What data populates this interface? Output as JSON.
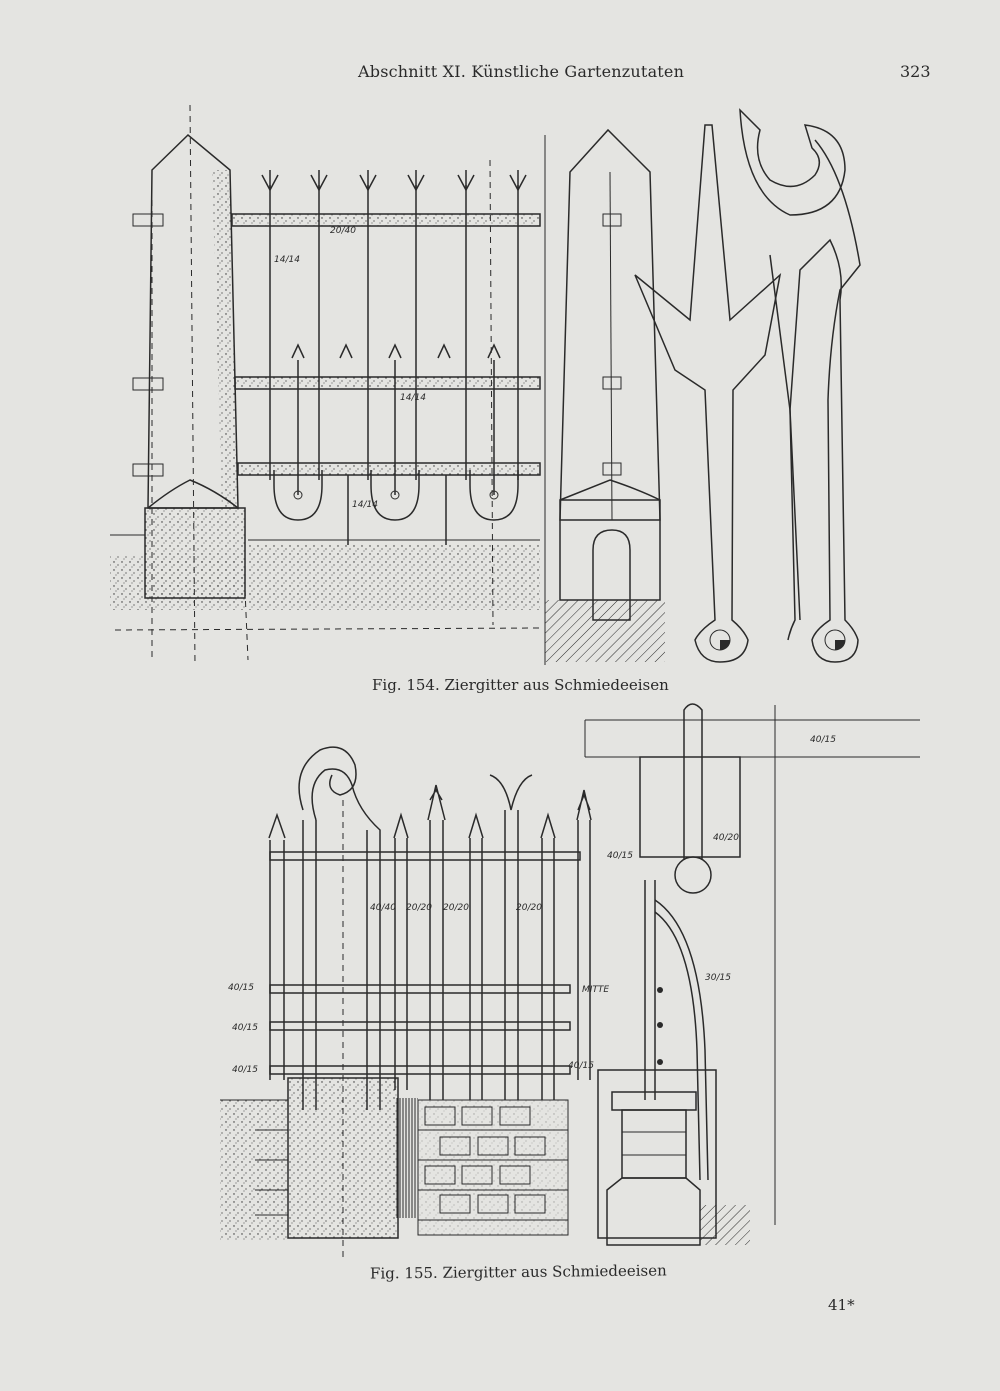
{
  "header": {
    "running_title": "Abschnitt XI. Künstliche Gartenzutaten",
    "page_number": "323"
  },
  "figures": {
    "fig154": {
      "caption": "Fig. 154. Ziergitter aus Schmiedeeisen",
      "dimensions": [
        "20/40",
        "14/14",
        "14/14",
        "14/14"
      ]
    },
    "fig155": {
      "caption": "Fig. 155. Ziergitter aus Schmiedeeisen",
      "dimensions": [
        "40/15",
        "40/15",
        "40/15",
        "40/15",
        "40/15",
        "40/40",
        "20/20",
        "20/20",
        "20/20",
        "40/15",
        "40/20",
        "30/15"
      ],
      "mitte_label": "MITTE"
    }
  },
  "footer": {
    "signature": "41*"
  }
}
